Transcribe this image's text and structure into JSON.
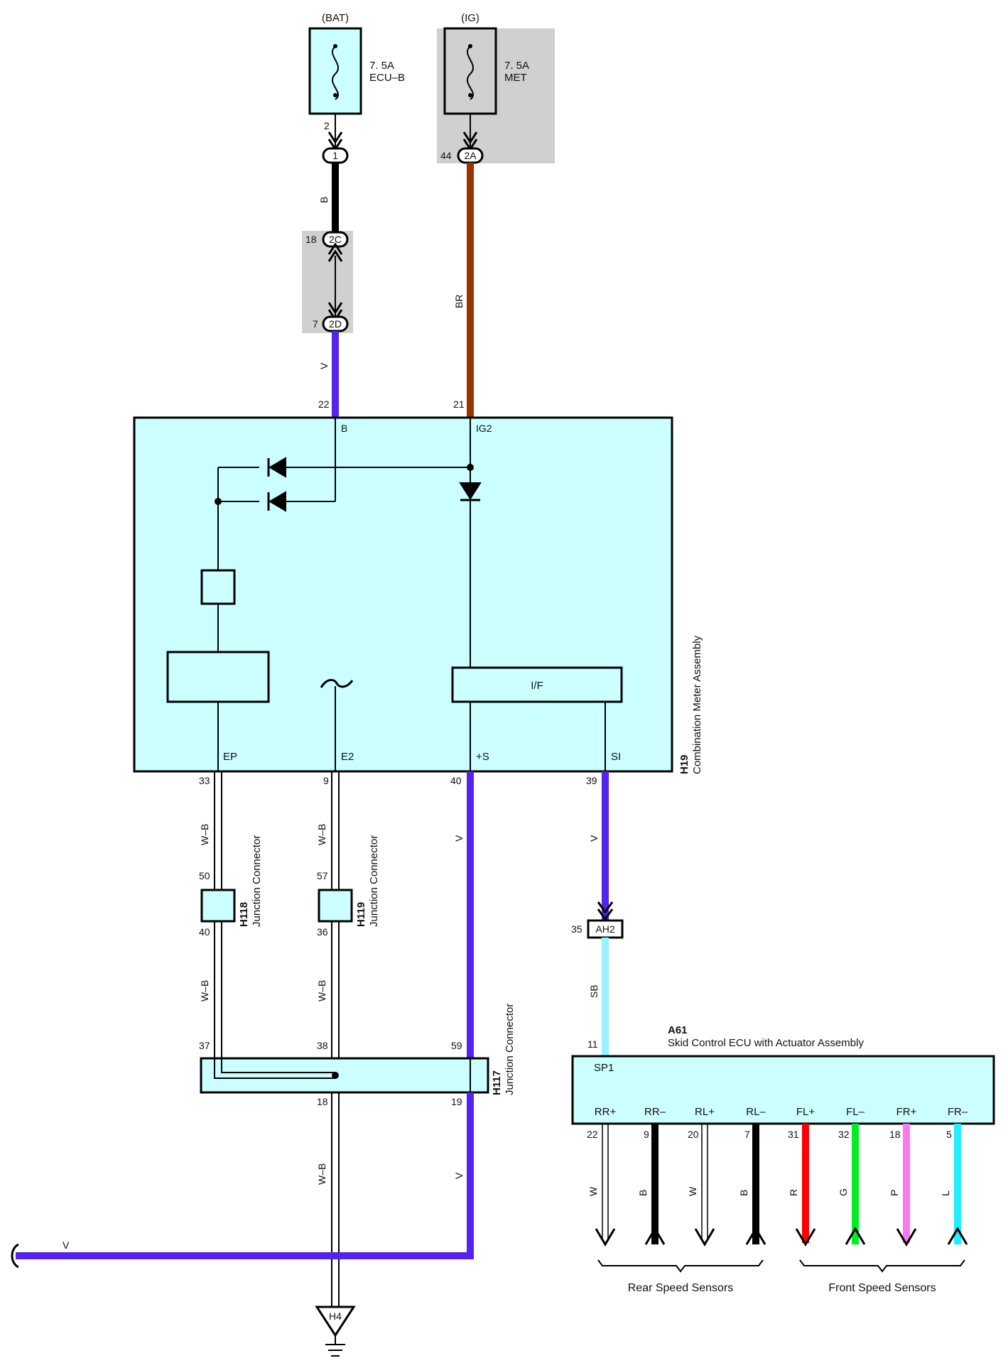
{
  "fuses": {
    "bat": {
      "source": "(BAT)",
      "rating": "7. 5A",
      "name": "ECU–B"
    },
    "ig": {
      "source": "(IG)",
      "rating": "7. 5A",
      "name": "MET"
    }
  },
  "connectors": {
    "c1": "1",
    "c2a": "2A",
    "c2c": "2C",
    "c2d": "2D",
    "ah2": "AH2",
    "h4": "H4"
  },
  "pins": {
    "bat_fuse": "2",
    "ig_fuse": "44",
    "p2c": "18",
    "p2d": "7",
    "h19_b": "22",
    "h19_ig2": "21",
    "h19_ep": "33",
    "h19_e2": "9",
    "h19_s": "40",
    "h19_si": "39",
    "h118_in": "50",
    "h118_out": "40",
    "h119_in": "57",
    "h119_out": "36",
    "h117_37": "37",
    "h117_38": "38",
    "h117_59": "59",
    "h117_18": "18",
    "h117_19": "19",
    "ah2": "35",
    "a61_sp1": "11",
    "rr_p": "22",
    "rr_m": "9",
    "rl_p": "20",
    "rl_m": "7",
    "fl_p": "31",
    "fl_m": "32",
    "fr_p": "18",
    "fr_m": "5"
  },
  "wire_labels": {
    "b_top": "B",
    "br": "BR",
    "v_top": "V",
    "wb1": "W–B",
    "wb2": "W–B",
    "v_s": "V",
    "v_si": "V",
    "wb3": "W–B",
    "wb4": "W–B",
    "sb": "SB",
    "wb5": "W–B",
    "v_lower": "V",
    "v_left": "V",
    "rr_p": "W",
    "rr_m": "B",
    "rl_p": "W",
    "rl_m": "B",
    "fl_p": "R",
    "fl_m": "G",
    "fr_p": "P",
    "fr_m": "L"
  },
  "h19": {
    "id": "H19",
    "name": "Combination Meter Assembly",
    "term_b": "B",
    "term_ig2": "IG2",
    "term_ep": "EP",
    "term_e2": "E2",
    "term_s": "+S",
    "term_si": "SI",
    "if_label": "I/F",
    "tilde": "~"
  },
  "junctions": {
    "h118": {
      "id": "H118",
      "name": "Junction Connector"
    },
    "h119": {
      "id": "H119",
      "name": "Junction Connector"
    },
    "h117": {
      "id": "H117",
      "name": "Junction Connector"
    }
  },
  "a61": {
    "id": "A61",
    "name": "Skid Control ECU with Actuator Assembly",
    "term_sp1": "SP1",
    "terms": [
      "RR+",
      "RR–",
      "RL+",
      "RL–",
      "FL+",
      "FL–",
      "FR+",
      "FR–"
    ]
  },
  "groups": {
    "rear": "Rear Speed Sensors",
    "front": "Front Speed Sensors"
  },
  "colors": {
    "module_fill": "#ccffff",
    "shade": "#d0d0d0",
    "wire_black": "#000000",
    "wire_brown": "#993300",
    "wire_violet": "#5522ee",
    "wire_sky": "#99f0ff",
    "wire_red": "#ff0000",
    "wire_green": "#00ee22",
    "wire_pink": "#ff77ee",
    "wire_cyan": "#22eeff",
    "wire_white": "#ffffff"
  }
}
